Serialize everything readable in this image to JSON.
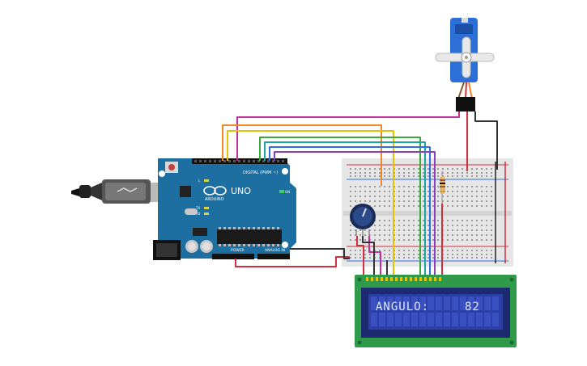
{
  "arduino": {
    "board_name": "UNO",
    "brand": "ARDUINO",
    "digital_label": "DIGITAL (PWM ~)",
    "power_label": "POWER",
    "analog_label": "ANALOG IN",
    "led_labels": [
      "L",
      "TX",
      "RX"
    ],
    "on_label": "ON"
  },
  "lcd": {
    "line1_label": "ANGULO:",
    "line1_value": "82"
  },
  "colors": {
    "board": "#1c6fa0",
    "lcd_pcb": "#2e9a4a",
    "lcd_screen": "#2c3ea8",
    "breadboard": "#e6e6e6",
    "servo": "#2c6fd6",
    "wire_red": "#d0303e",
    "wire_black": "#333333",
    "wire_orange": "#f0862a",
    "wire_yellow": "#e8c100",
    "wire_green": "#3aa83a",
    "wire_teal": "#19a5a0",
    "wire_blue": "#2f6fe0",
    "wire_purple": "#8a3fc0",
    "wire_magenta": "#c0309a"
  },
  "icons": [
    "usb-cable-icon",
    "servo-motor-icon",
    "potentiometer-icon",
    "resistor-icon"
  ]
}
